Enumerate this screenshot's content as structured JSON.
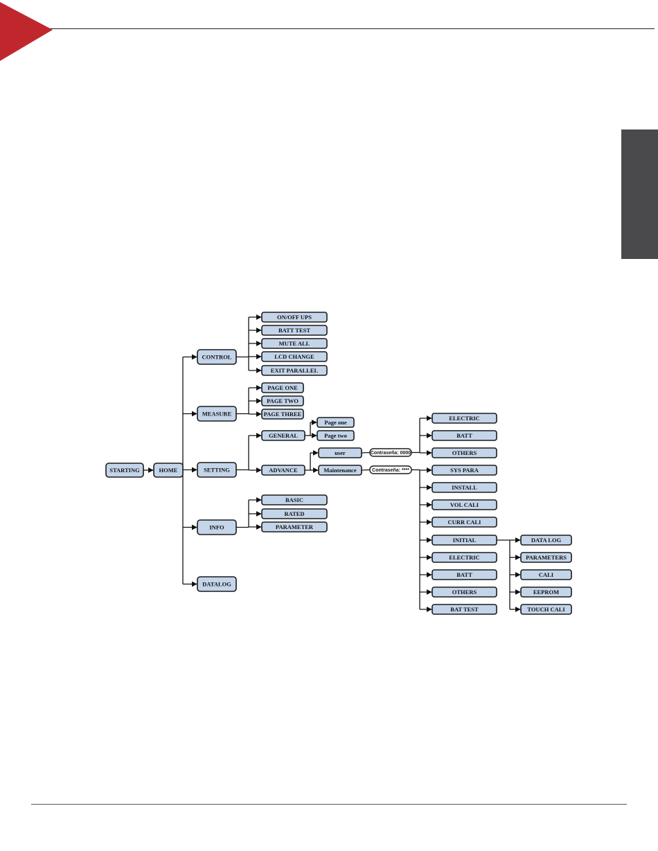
{
  "colors": {
    "accent_red": "#c0272d",
    "tab_gray": "#4a4a4c",
    "node_fill": "#c4d5ea"
  },
  "diagram": {
    "nodes": [
      {
        "id": "starting",
        "label": "STARTING"
      },
      {
        "id": "home",
        "label": "HOME"
      },
      {
        "id": "control",
        "label": "CONTROL"
      },
      {
        "id": "measure",
        "label": "MEASURE"
      },
      {
        "id": "setting",
        "label": "SETTING"
      },
      {
        "id": "info",
        "label": "INFO"
      },
      {
        "id": "datalog",
        "label": "DATALOG"
      },
      {
        "id": "onoff-ups",
        "label": "ON/OFF UPS"
      },
      {
        "id": "batt-test",
        "label": "BATT TEST"
      },
      {
        "id": "mute-all",
        "label": "MUTE ALL"
      },
      {
        "id": "lcd-change",
        "label": "LCD CHANGE"
      },
      {
        "id": "exit-parallel",
        "label": "EXIT PARALLEL"
      },
      {
        "id": "page-one",
        "label": "PAGE ONE"
      },
      {
        "id": "page-two",
        "label": "PAGE TWO"
      },
      {
        "id": "page-three",
        "label": "PAGE THREE"
      },
      {
        "id": "general",
        "label": "GENERAL"
      },
      {
        "id": "advance",
        "label": "ADVANCE"
      },
      {
        "id": "gen-page-one",
        "label": "Page one"
      },
      {
        "id": "gen-page-two",
        "label": "Page two"
      },
      {
        "id": "user",
        "label": "user"
      },
      {
        "id": "maintenance",
        "label": "Maintenance"
      },
      {
        "id": "user-electric",
        "label": "ELECTRIC"
      },
      {
        "id": "user-batt",
        "label": "BATT"
      },
      {
        "id": "user-others",
        "label": "OTHERS"
      },
      {
        "id": "sys-para",
        "label": "SYS PARA"
      },
      {
        "id": "install",
        "label": "INSTALL"
      },
      {
        "id": "vol-cali",
        "label": "VOL CALI"
      },
      {
        "id": "curr-cali",
        "label": "CURR CALI"
      },
      {
        "id": "initial",
        "label": "INITIAL"
      },
      {
        "id": "maint-electric",
        "label": "ELECTRIC"
      },
      {
        "id": "maint-batt",
        "label": "BATT"
      },
      {
        "id": "maint-others",
        "label": "OTHERS"
      },
      {
        "id": "bat-test",
        "label": "BAT TEST"
      },
      {
        "id": "data-log",
        "label": "DATA LOG"
      },
      {
        "id": "parameters",
        "label": "PARAMETERS"
      },
      {
        "id": "cali",
        "label": "CALI"
      },
      {
        "id": "eeprom",
        "label": "EEPROM"
      },
      {
        "id": "touch-cali",
        "label": "TOUCH CALI"
      },
      {
        "id": "basic",
        "label": "BASIC"
      },
      {
        "id": "rated",
        "label": "RATED"
      },
      {
        "id": "parameter",
        "label": "PARAMETER"
      }
    ],
    "password_labels": [
      {
        "id": "pw-user",
        "label": "Contraseña: 0000"
      },
      {
        "id": "pw-maint",
        "label": "Contraseña: ****"
      }
    ]
  }
}
